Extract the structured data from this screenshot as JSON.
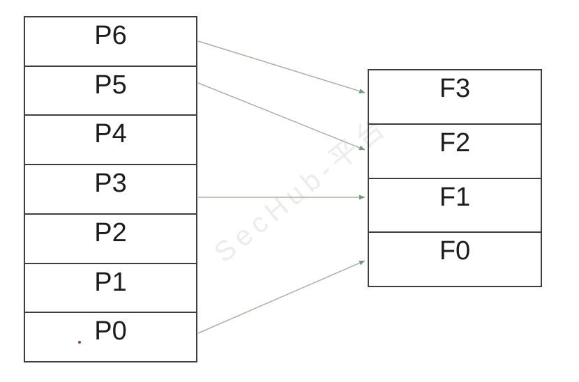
{
  "diagram": {
    "description": "page-to-frame-mapping-diagram",
    "watermark": "SecHub-平台",
    "pages_table": {
      "rows": [
        {
          "label": "P6"
        },
        {
          "label": "P5"
        },
        {
          "label": "P4"
        },
        {
          "label": "P3"
        },
        {
          "label": "P2"
        },
        {
          "label": "P1"
        },
        {
          "label": "P0"
        }
      ]
    },
    "frames_table": {
      "rows": [
        {
          "label": "F3"
        },
        {
          "label": "F2"
        },
        {
          "label": "F1"
        },
        {
          "label": "F0"
        }
      ]
    },
    "connections": [
      {
        "from": "P6",
        "to": "F3"
      },
      {
        "from": "P5",
        "to": "F2"
      },
      {
        "from": "P3",
        "to": "F1"
      },
      {
        "from": "P0",
        "to": "F0"
      }
    ],
    "colors": {
      "table_border": "#3d3d3d",
      "text": "#1c1c1c",
      "arrow_line": "#a8b0a8",
      "arrow_head": "#6f9b78",
      "watermark": "#ececec",
      "stray_dot": "#9c4431"
    }
  }
}
